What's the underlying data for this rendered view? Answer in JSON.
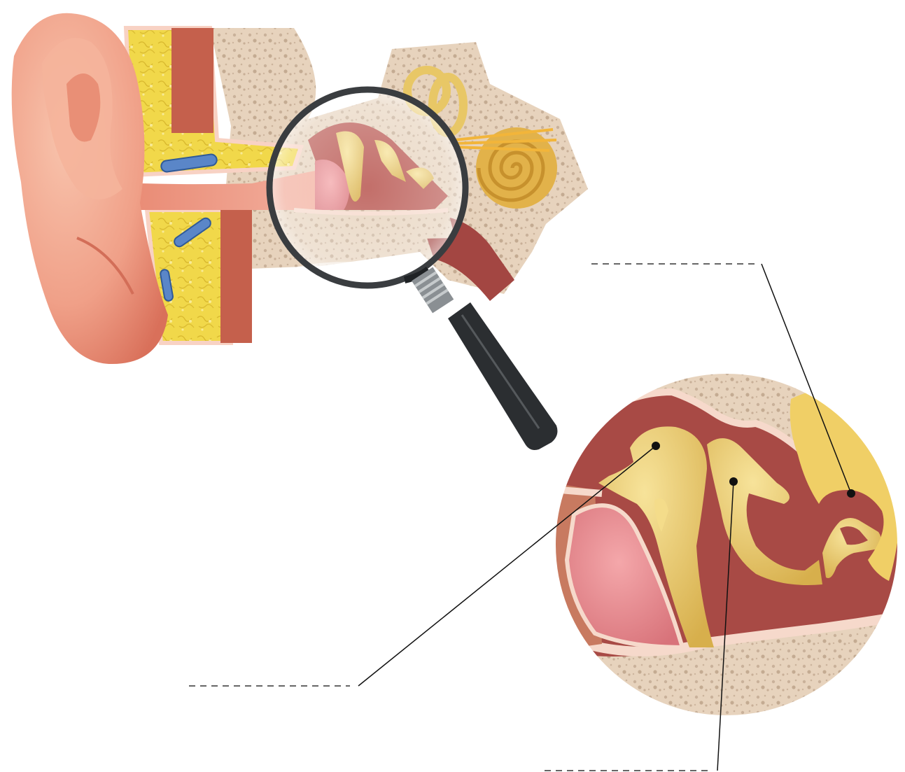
{
  "diagram": {
    "subject": "",
    "labels": [
      {
        "id": "blank-1",
        "text": ""
      },
      {
        "id": "blank-2",
        "text": ""
      },
      {
        "id": "blank-3",
        "text": ""
      }
    ]
  },
  "colors": {
    "skin": "#f2a58d",
    "skin_dark": "#d9735d",
    "fat": "#f3dd4e",
    "bone": "#e9d6bf",
    "ossicle": "#e8c766",
    "cavity": "#a84a45",
    "eardrum": "#e5868a",
    "vessel": "#5a86c8",
    "lens_frame": "#3a3d40"
  }
}
